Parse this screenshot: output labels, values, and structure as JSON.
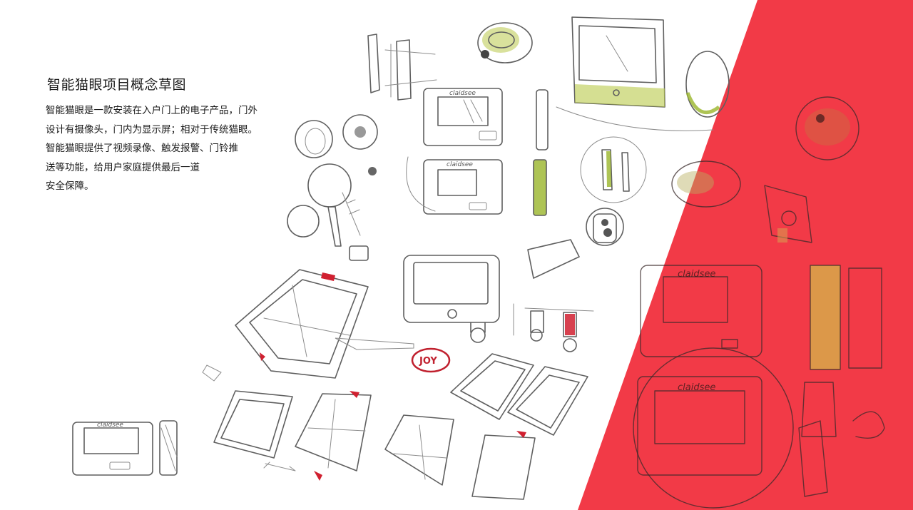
{
  "title": "智能猫眼项目概念草图",
  "description_lines": [
    "智能猫眼是一款安装在入户门上的电子产品，门外",
    "设计有摄像头，门内为显示屏；相对于传统猫眼。",
    "智能猫眼提供了视频录像、触发报警、门铃推",
    "送等功能，给用户家庭提供最后一道",
    "安全保障。"
  ],
  "sketch_labels": {
    "brand": "claidsee",
    "joy": "JOY"
  },
  "colors": {
    "accent_red": "#f23a47",
    "lime": "#9ab52a",
    "sketch_line": "#5f5f5f"
  }
}
